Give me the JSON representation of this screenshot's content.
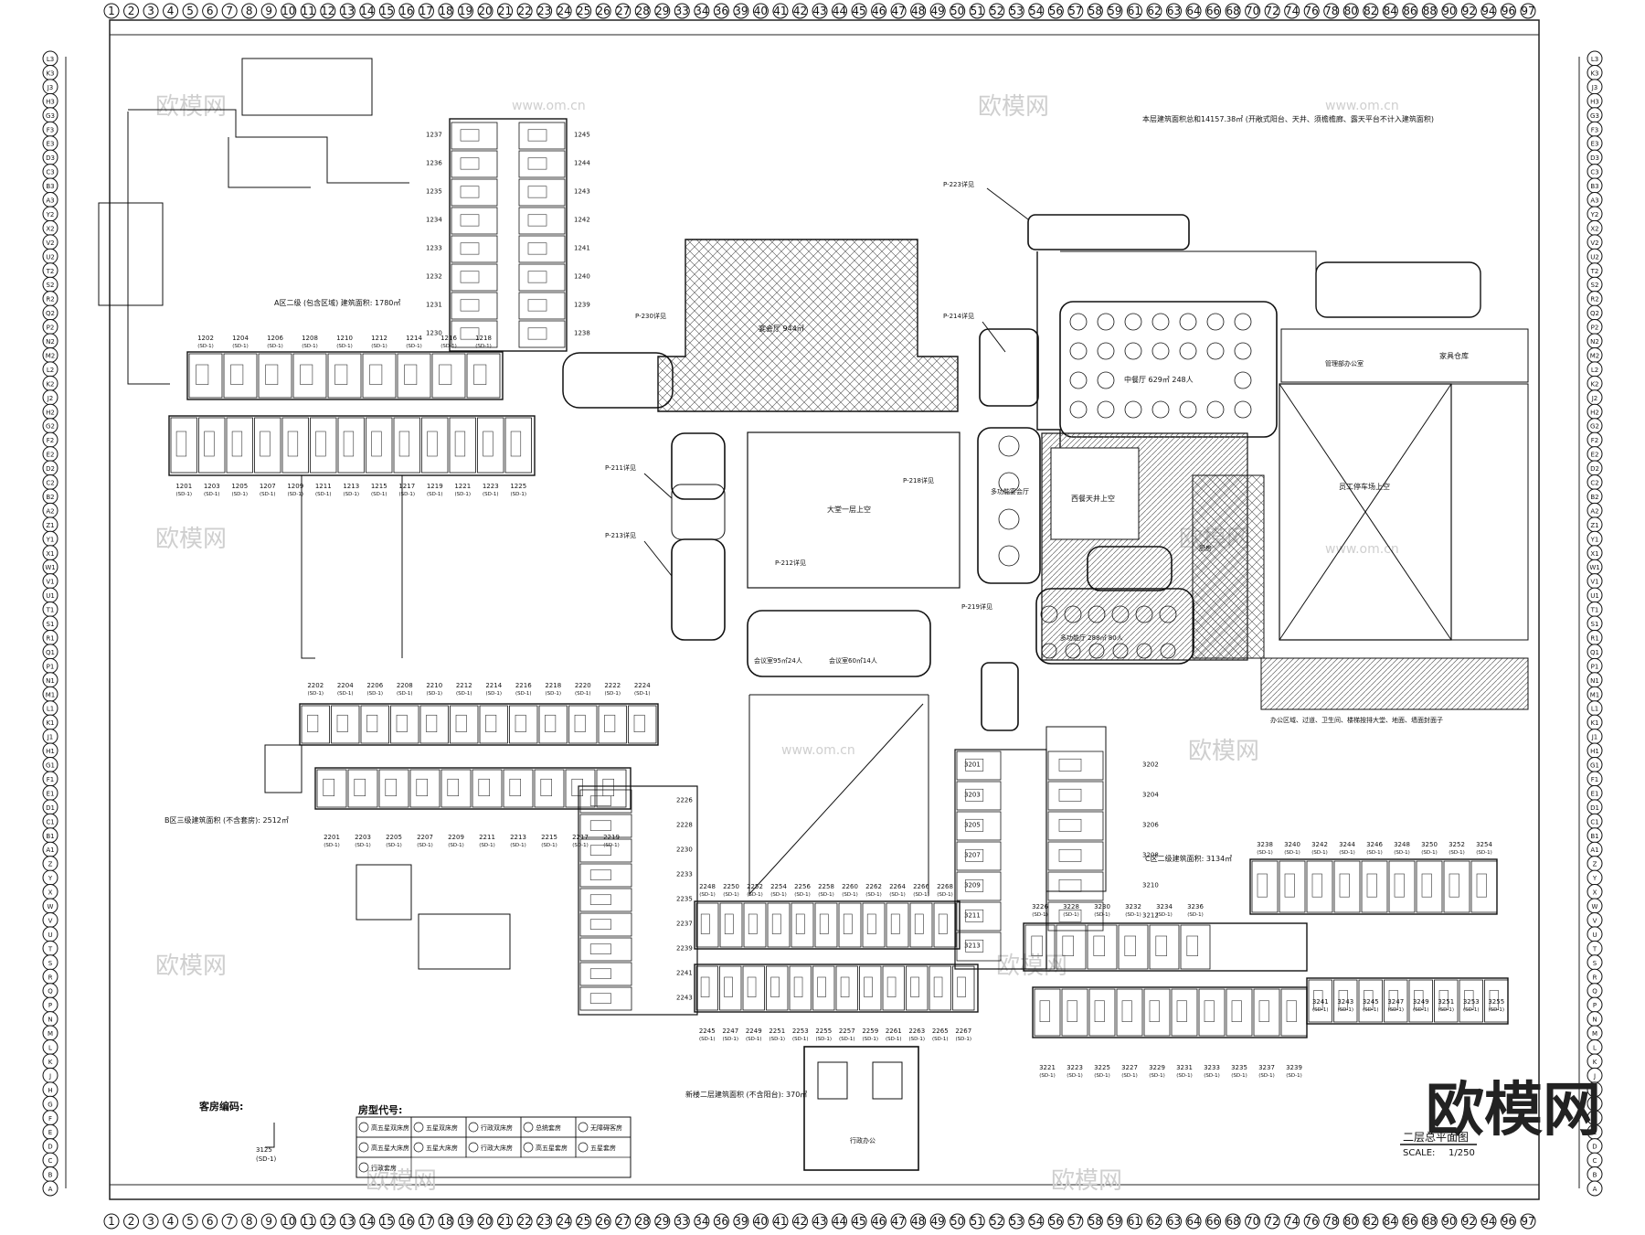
{
  "drawing": {
    "title": "二层总平面图",
    "scale_label": "SCALE:",
    "scale_value": "1/250",
    "area_note": "本层建筑面积总和14157.38㎡ (开敞式阳台、天井、须檐檐廊、露天平台不计入建筑面积)",
    "room_code_title": "客房编码:",
    "room_type_title": "房型代号:",
    "room_code_example": "3125",
    "room_code_sub": "(SD-1)",
    "room_types": [
      "高五星双床房",
      "五星双床房",
      "行政双床房",
      "总统套房",
      "无障碍客房",
      "高五星大床房",
      "五星大床房",
      "行政大床房",
      "高五星套房",
      "五星套房",
      "行政套房"
    ]
  },
  "watermark": {
    "text": "欧模网",
    "url": "www.om.cn",
    "logo": "欧模网"
  },
  "grid": {
    "columns": [
      "1",
      "2",
      "3",
      "4",
      "5",
      "6",
      "7",
      "8",
      "9",
      "10",
      "11",
      "12",
      "13",
      "14",
      "15",
      "16",
      "17",
      "18",
      "19",
      "20",
      "21",
      "22",
      "23",
      "24",
      "25",
      "26",
      "27",
      "28",
      "29",
      "33",
      "34",
      "36",
      "39",
      "40",
      "41",
      "42",
      "43",
      "44",
      "45",
      "46",
      "47",
      "48",
      "49",
      "50",
      "51",
      "52",
      "53",
      "54",
      "56",
      "57",
      "58",
      "59",
      "61",
      "62",
      "63",
      "64",
      "66",
      "68",
      "70",
      "72",
      "74",
      "76",
      "78",
      "80",
      "82",
      "84",
      "86",
      "88",
      "90",
      "92",
      "94",
      "96",
      "97"
    ],
    "rows": [
      "L3",
      "K3",
      "J3",
      "H3",
      "G3",
      "F3",
      "E3",
      "D3",
      "C3",
      "B3",
      "A3",
      "Y2",
      "X2",
      "V2",
      "U2",
      "T2",
      "S2",
      "R2",
      "Q2",
      "P2",
      "N2",
      "M2",
      "L2",
      "K2",
      "J2",
      "H2",
      "G2",
      "F2",
      "E2",
      "D2",
      "C2",
      "B2",
      "A2",
      "Z1",
      "Y1",
      "X1",
      "W1",
      "V1",
      "U1",
      "T1",
      "S1",
      "R1",
      "Q1",
      "P1",
      "N1",
      "M1",
      "L1",
      "K1",
      "J1",
      "H1",
      "G1",
      "F1",
      "E1",
      "D1",
      "C1",
      "B1",
      "A1",
      "Z",
      "Y",
      "X",
      "W",
      "V",
      "U",
      "T",
      "S",
      "R",
      "Q",
      "P",
      "N",
      "M",
      "L",
      "K",
      "J",
      "H",
      "G",
      "F",
      "E",
      "D",
      "C",
      "B",
      "A"
    ]
  },
  "zones": {
    "a_area": "A区二级 (包含区域) 建筑面积: 1780㎡",
    "b_area": "B区三级建筑面积 (不含套房): 2512㎡",
    "c_area": "C区二级建筑面积: 3134㎡",
    "new_area": "新楼二层建筑面积 (不含阳台): 370㎡",
    "banquet_hall": "宴会厅 944㎡",
    "lobby_void": "大堂一层上空",
    "atrium_void": "西餐天井上空",
    "staff_void": "员工停车场上空",
    "chinese_restaurant": "中餐厅 629㎡ 248人",
    "ballroom_note": "多功能宴会厅",
    "kitchen": "厨房",
    "furniture_store": "家具仓库",
    "mgmt_office": "管理部办公室",
    "admin_office": "行政办公",
    "note_office": "办公区域、过道、卫生间、楼梯按排大堂、地面、墙面封面子"
  },
  "callouts": [
    "P-223详见",
    "P-214详见",
    "P-230详见",
    "P-211详见",
    "P-213详见",
    "P-212详见",
    "P-218详见",
    "P-219详见"
  ],
  "meeting_rooms": [
    "会议室95㎡24人",
    "会议室60㎡14人",
    "多功能厅 288㎡ 80人"
  ],
  "rooms_a_top": [
    "1202",
    "1204",
    "1206",
    "1208",
    "1210",
    "1212",
    "1214",
    "1216",
    "1218"
  ],
  "rooms_a_bottom": [
    "1201",
    "1203",
    "1205",
    "1207",
    "1209",
    "1211",
    "1213",
    "1215",
    "1217",
    "1219",
    "1221",
    "1223",
    "1225"
  ],
  "rooms_a_tower": [
    "1245",
    "1244",
    "1243",
    "1242",
    "1241",
    "1240",
    "1239",
    "1238",
    "1237",
    "1236",
    "1235",
    "1234",
    "1233",
    "1232",
    "1231",
    "1230"
  ],
  "rooms_b_top": [
    "2202",
    "2204",
    "2206",
    "2208",
    "2210",
    "2212",
    "2214",
    "2216",
    "2218",
    "2220",
    "2222",
    "2224"
  ],
  "rooms_b_bottom": [
    "2201",
    "2203",
    "2205",
    "2207",
    "2209",
    "2211",
    "2213",
    "2215",
    "2217",
    "2219"
  ],
  "rooms_mid_top": [
    "2248",
    "2250",
    "2252",
    "2254",
    "2256",
    "2258",
    "2260",
    "2262",
    "2264",
    "2266",
    "2268"
  ],
  "rooms_mid_bottom": [
    "2245",
    "2247",
    "2249",
    "2251",
    "2253",
    "2255",
    "2257",
    "2259",
    "2261",
    "2263",
    "2265",
    "2267"
  ],
  "rooms_c_top": [
    "3238",
    "3240",
    "3242",
    "3244",
    "3246",
    "3248",
    "3250",
    "3252",
    "3254"
  ],
  "rooms_c_mid": [
    "3226",
    "3228",
    "3230",
    "3232",
    "3234",
    "3236"
  ],
  "rooms_c_bottom": [
    "3221",
    "3223",
    "3225",
    "3227",
    "3229",
    "3231",
    "3233",
    "3235",
    "3237",
    "3239"
  ],
  "rooms_c_right_bottom": [
    "3241",
    "3243",
    "3245",
    "3247",
    "3249",
    "3251",
    "3253",
    "3255"
  ],
  "rooms_c_side": [
    "3201",
    "3203",
    "3205",
    "3207",
    "3209",
    "3211",
    "3213",
    "3202",
    "3204",
    "3206",
    "3208",
    "3210",
    "3212"
  ],
  "room_type_code": "(SD-1)"
}
